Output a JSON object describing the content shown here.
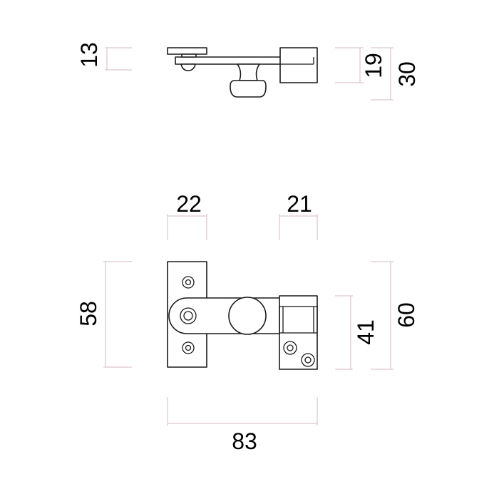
{
  "dimensions": {
    "top_left_height": "13",
    "top_mid_height": "19",
    "top_total_height": "30",
    "front_left_width": "22",
    "front_right_width": "21",
    "front_left_height": "58",
    "front_keeper_height": "41",
    "front_total_height": "60",
    "front_total_width": "83"
  },
  "colors": {
    "outline": "#1a1a1a",
    "dimension_line": "#d6b8c2",
    "text": "#000000"
  }
}
